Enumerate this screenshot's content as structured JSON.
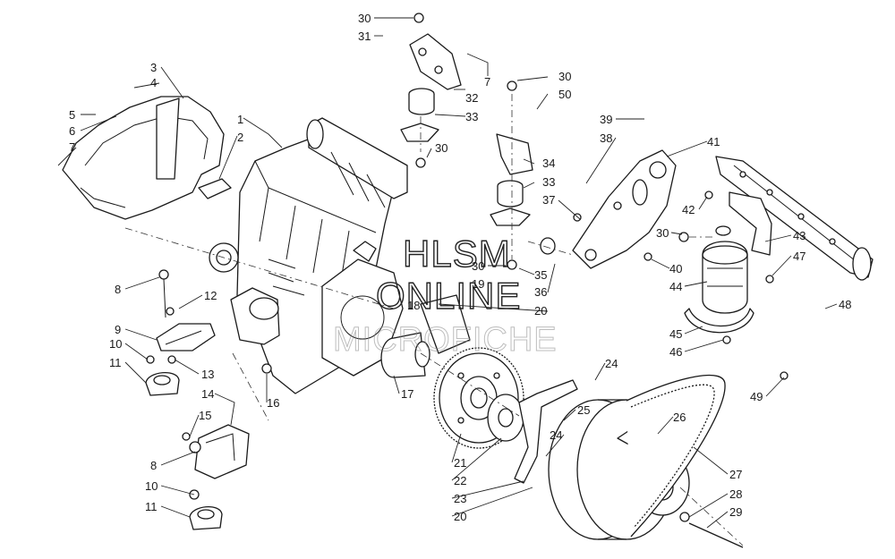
{
  "watermark": {
    "line1": "HLSM",
    "line2": "ONLINE",
    "line3": "MICROFICHE"
  },
  "callouts": [
    {
      "id": "c30a",
      "text": "30"
    },
    {
      "id": "c31",
      "text": "31"
    },
    {
      "id": "c7a",
      "text": "7"
    },
    {
      "id": "c32",
      "text": "32"
    },
    {
      "id": "c33a",
      "text": "33"
    },
    {
      "id": "c30b",
      "text": "30"
    },
    {
      "id": "c30c",
      "text": "30"
    },
    {
      "id": "c50",
      "text": "50"
    },
    {
      "id": "c34",
      "text": "34"
    },
    {
      "id": "c33b",
      "text": "33"
    },
    {
      "id": "c37",
      "text": "37"
    },
    {
      "id": "c30d",
      "text": "30"
    },
    {
      "id": "c19",
      "text": "19"
    },
    {
      "id": "c35",
      "text": "35"
    },
    {
      "id": "c36",
      "text": "36"
    },
    {
      "id": "c20a",
      "text": "20"
    },
    {
      "id": "c18",
      "text": "18"
    },
    {
      "id": "c3",
      "text": "3"
    },
    {
      "id": "c4",
      "text": "4"
    },
    {
      "id": "c5",
      "text": "5"
    },
    {
      "id": "c6",
      "text": "6"
    },
    {
      "id": "c7b",
      "text": "7"
    },
    {
      "id": "c1",
      "text": "1"
    },
    {
      "id": "c2",
      "text": "2"
    },
    {
      "id": "c39",
      "text": "39"
    },
    {
      "id": "c38",
      "text": "38"
    },
    {
      "id": "c41",
      "text": "41"
    },
    {
      "id": "c42",
      "text": "42"
    },
    {
      "id": "c43",
      "text": "43"
    },
    {
      "id": "c30e",
      "text": "30"
    },
    {
      "id": "c40",
      "text": "40"
    },
    {
      "id": "c47",
      "text": "47"
    },
    {
      "id": "c44",
      "text": "44"
    },
    {
      "id": "c48",
      "text": "48"
    },
    {
      "id": "c45",
      "text": "45"
    },
    {
      "id": "c46",
      "text": "46"
    },
    {
      "id": "c8a",
      "text": "8"
    },
    {
      "id": "c12",
      "text": "12"
    },
    {
      "id": "c9",
      "text": "9"
    },
    {
      "id": "c10a",
      "text": "10"
    },
    {
      "id": "c11a",
      "text": "11"
    },
    {
      "id": "c13",
      "text": "13"
    },
    {
      "id": "c14",
      "text": "14"
    },
    {
      "id": "c16",
      "text": "16"
    },
    {
      "id": "c15",
      "text": "15"
    },
    {
      "id": "c8b",
      "text": "8"
    },
    {
      "id": "c10b",
      "text": "10"
    },
    {
      "id": "c11b",
      "text": "11"
    },
    {
      "id": "c17",
      "text": "17"
    },
    {
      "id": "c24a",
      "text": "24"
    },
    {
      "id": "c25",
      "text": "25"
    },
    {
      "id": "c24b",
      "text": "24"
    },
    {
      "id": "c49",
      "text": "49"
    },
    {
      "id": "c26",
      "text": "26"
    },
    {
      "id": "c21",
      "text": "21"
    },
    {
      "id": "c22",
      "text": "22"
    },
    {
      "id": "c23",
      "text": "23"
    },
    {
      "id": "c20b",
      "text": "20"
    },
    {
      "id": "c27",
      "text": "27"
    },
    {
      "id": "c28",
      "text": "28"
    },
    {
      "id": "c29",
      "text": "29"
    }
  ]
}
